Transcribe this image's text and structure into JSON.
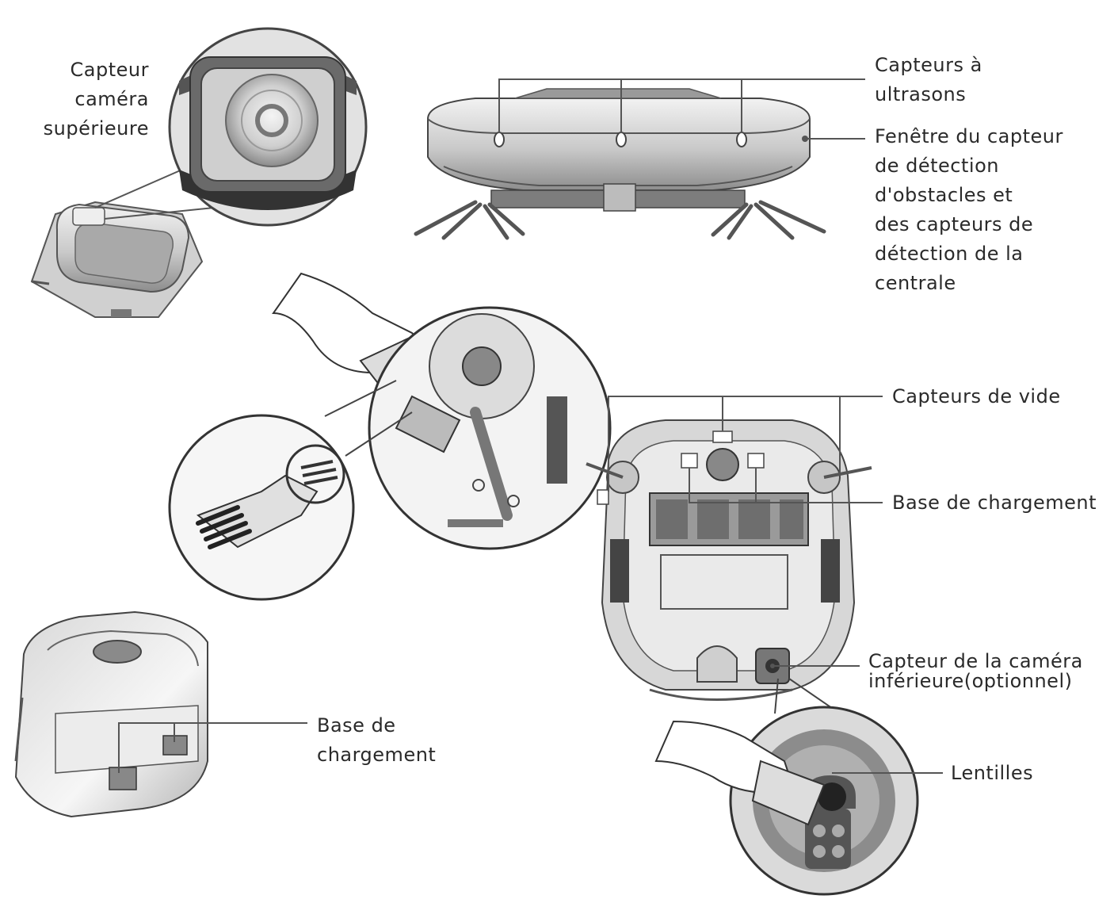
{
  "labels": {
    "top_camera": [
      "Capteur",
      "caméra",
      "supérieure"
    ],
    "ultrasonic": [
      "Capteurs à",
      "ultrasons"
    ],
    "obstacle_window": [
      "Fenêtre du capteur",
      "de détection",
      "d'obstacles et",
      "des capteurs de",
      "détection de la",
      "centrale"
    ],
    "cliff_sensors": [
      "Capteurs de vide"
    ],
    "charging_contacts": [
      "Base de chargement"
    ],
    "bottom_camera": [
      "Capteur de la caméra",
      "inférieure(optionnel)"
    ],
    "lens": [
      "Lentilles"
    ],
    "charging_base": [
      "Base de",
      "chargement"
    ]
  },
  "colors": {
    "ink": "#2a2a2a",
    "line": "#555555",
    "body_light": "#e6e6e6",
    "body_mid": "#bdbdbd",
    "body_dark": "#5a5a5a"
  }
}
